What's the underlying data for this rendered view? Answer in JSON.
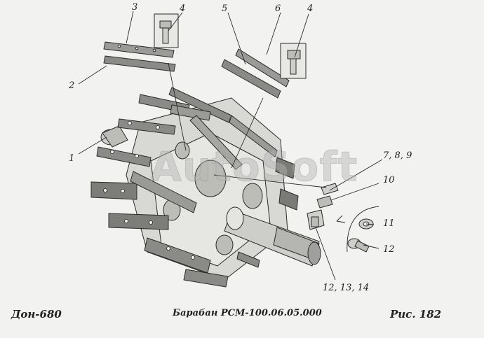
{
  "labels": {
    "l1": "1",
    "l2": "2",
    "l3": "3",
    "l4a": "4",
    "l4b": "4",
    "l5": "5",
    "l6": "6",
    "l7": "7, 8, 9",
    "l10": "10",
    "l11": "11",
    "l12": "12",
    "l12b": "12, 13, 14"
  },
  "footer": {
    "machine": "Дон-680",
    "title": "Барабан РСМ-100.06.05.000",
    "figure": "Рис.   182"
  },
  "watermark": "AutoSoft"
}
